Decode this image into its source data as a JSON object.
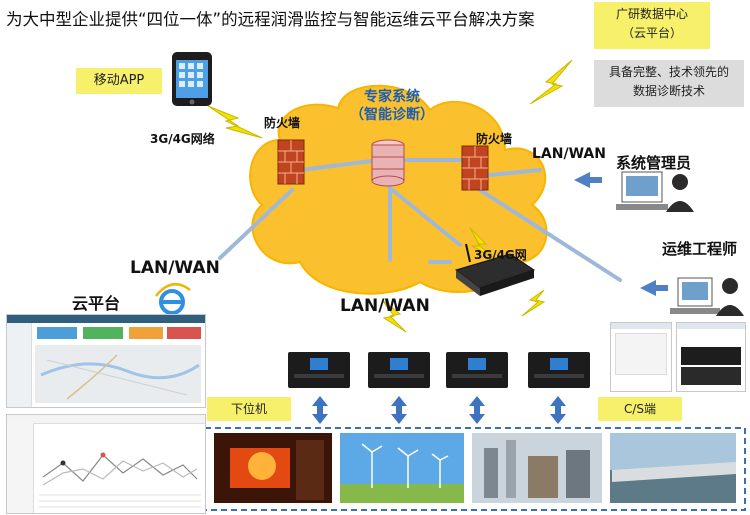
{
  "title": "为大中型企业提供“四位一体”的远程润滑监控与智能运维云平台解决方案",
  "cloud_center": {
    "line1": "广研数据中心",
    "line2": "（云平台）"
  },
  "tech_note": {
    "line1": "具备完整、技术领先的",
    "line2": "数据诊断技术"
  },
  "mobile_app": "移动APP",
  "network_mobile": "3G/4G网络",
  "firewall_left": "防火墙",
  "firewall_right": "防火墙",
  "expert_system": {
    "line1": "专家系统",
    "line2": "（智能诊断）"
  },
  "lan_wan_left": "LAN/WAN",
  "lan_wan_right": "LAN/WAN",
  "lan_wan_bottom": "LAN/WAN",
  "network_device": "3G/4G网",
  "sys_admin": "系统管理员",
  "ops_engineer": "运维工程师",
  "cloud_platform": "云平台",
  "lower_machine": "下位机",
  "cs_client": "C/S端",
  "colors": {
    "cloud": "#fbc02d",
    "highlight": "#f6f06a",
    "dashed_border": "#3a6fb5",
    "link": "#9fb7d9",
    "arrow": "#4f7fc4"
  }
}
